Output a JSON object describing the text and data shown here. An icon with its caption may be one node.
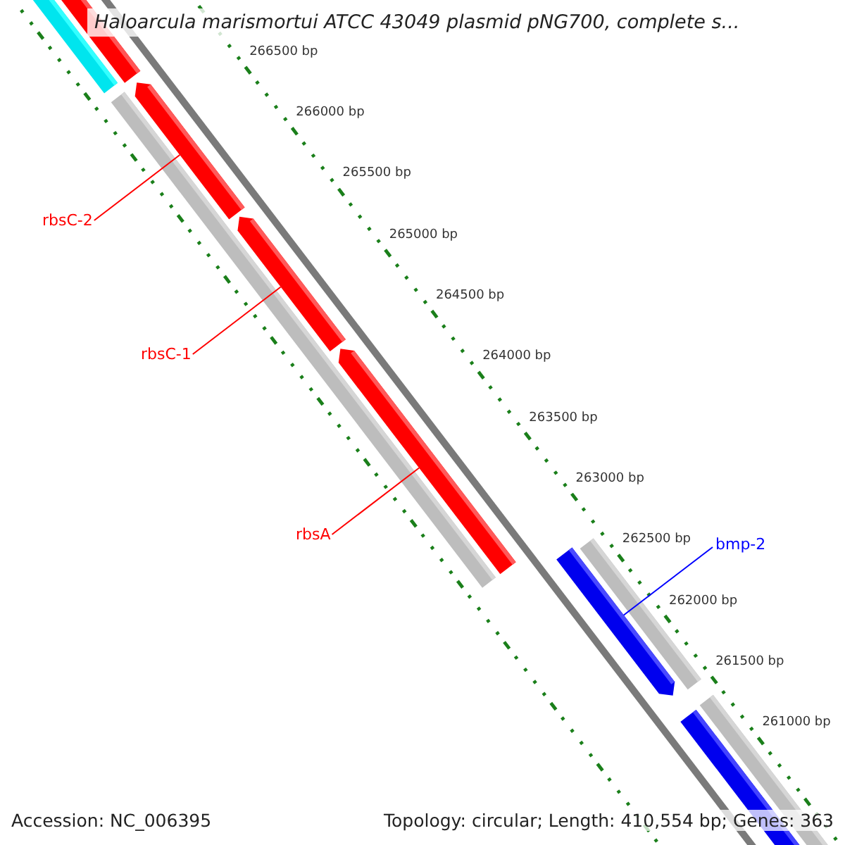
{
  "diagram": {
    "title": "Haloarcula marismortui ATCC 43049 plasmid pNG700, complete s...",
    "nodes": [
      {
        "text": [
          "rbsC-2"
        ]
      },
      {
        "text": [
          "rbsC-1"
        ]
      },
      {
        "text": [
          "rbsA"
        ]
      },
      {
        "text": [
          "bmp-2"
        ]
      },
      {
        "text": [],
        "shape": "bar"
      },
      {
        "text": [],
        "shape": "bar"
      },
      {
        "text": [],
        "shape": "bar"
      },
      {
        "text": [],
        "shape": "bar"
      }
    ],
    "edges": [
      {
        "from": 0,
        "to": 4,
        "arrow": "none"
      },
      {
        "from": 1,
        "to": 5,
        "arrow": "none"
      },
      {
        "from": 2,
        "to": 6,
        "arrow": "none"
      },
      {
        "from": 3,
        "to": 7,
        "arrow": "none",
        "color": "#0000ff"
      }
    ],
    "labels": [
      "266500 bp",
      "266000 bp",
      "265500 bp",
      "265000 bp",
      "264500 bp",
      "264000 bp",
      "263500 bp",
      "263000 bp",
      "262500 bp",
      "262000 bp",
      "261500 bp",
      "261000 bp",
      "Accession: NC_006395",
      "Topology: circular; Length: 410,554 bp; Genes: 363"
    ]
  }
}
